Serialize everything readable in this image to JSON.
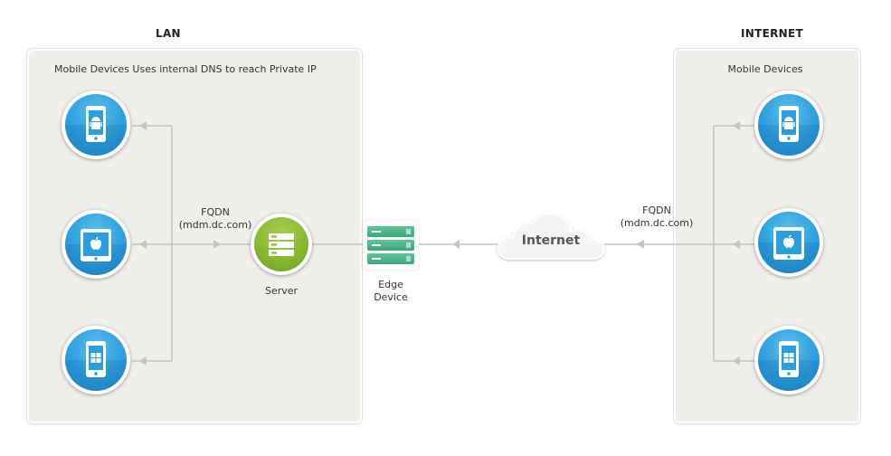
{
  "lan": {
    "title": "LAN",
    "caption": "Mobile Devices Uses internal DNS to reach Private IP",
    "fqdn_label": "FQDN",
    "fqdn_value": "(mdm.dc.com)",
    "server_label": "Server",
    "devices": [
      "android",
      "apple",
      "windows"
    ]
  },
  "edge": {
    "label_line1": "Edge",
    "label_line2": "Device"
  },
  "cloud": {
    "label": "Internet"
  },
  "internet": {
    "title": "INTERNET",
    "caption": "Mobile Devices",
    "fqdn_label": "FQDN",
    "fqdn_value": "(mdm.dc.com)",
    "devices": [
      "android",
      "apple",
      "windows"
    ]
  },
  "colors": {
    "device_blue": "#2a9ede",
    "server_green": "#86b62e",
    "edge_green": "#40a77d",
    "panel_bg": "#f0efec",
    "connector_gray": "#c4c4c4"
  }
}
